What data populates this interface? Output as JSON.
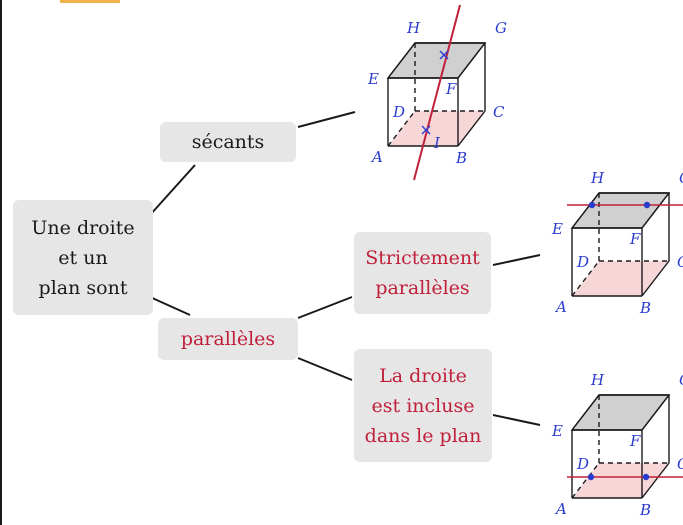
{
  "root": "Une droite\net un\nplan sont",
  "branches": {
    "secants": "sécants",
    "paralleles": "parallèles",
    "strict": "Strictement\nparallèles",
    "incluse": "La droite\nest incluse\ndans le plan"
  },
  "cube_labels": [
    "H",
    "G",
    "E",
    "D",
    "F",
    "C",
    "A",
    "B"
  ],
  "intersection_label": "I",
  "colors": {
    "box_bg": "#e6e6e6",
    "highlight_text": "#c0203a",
    "vertex_label": "#2a3ccf",
    "line": "#c0203a",
    "top_face": "#d0d0d0",
    "bottom_face": "#f7d6d8"
  }
}
